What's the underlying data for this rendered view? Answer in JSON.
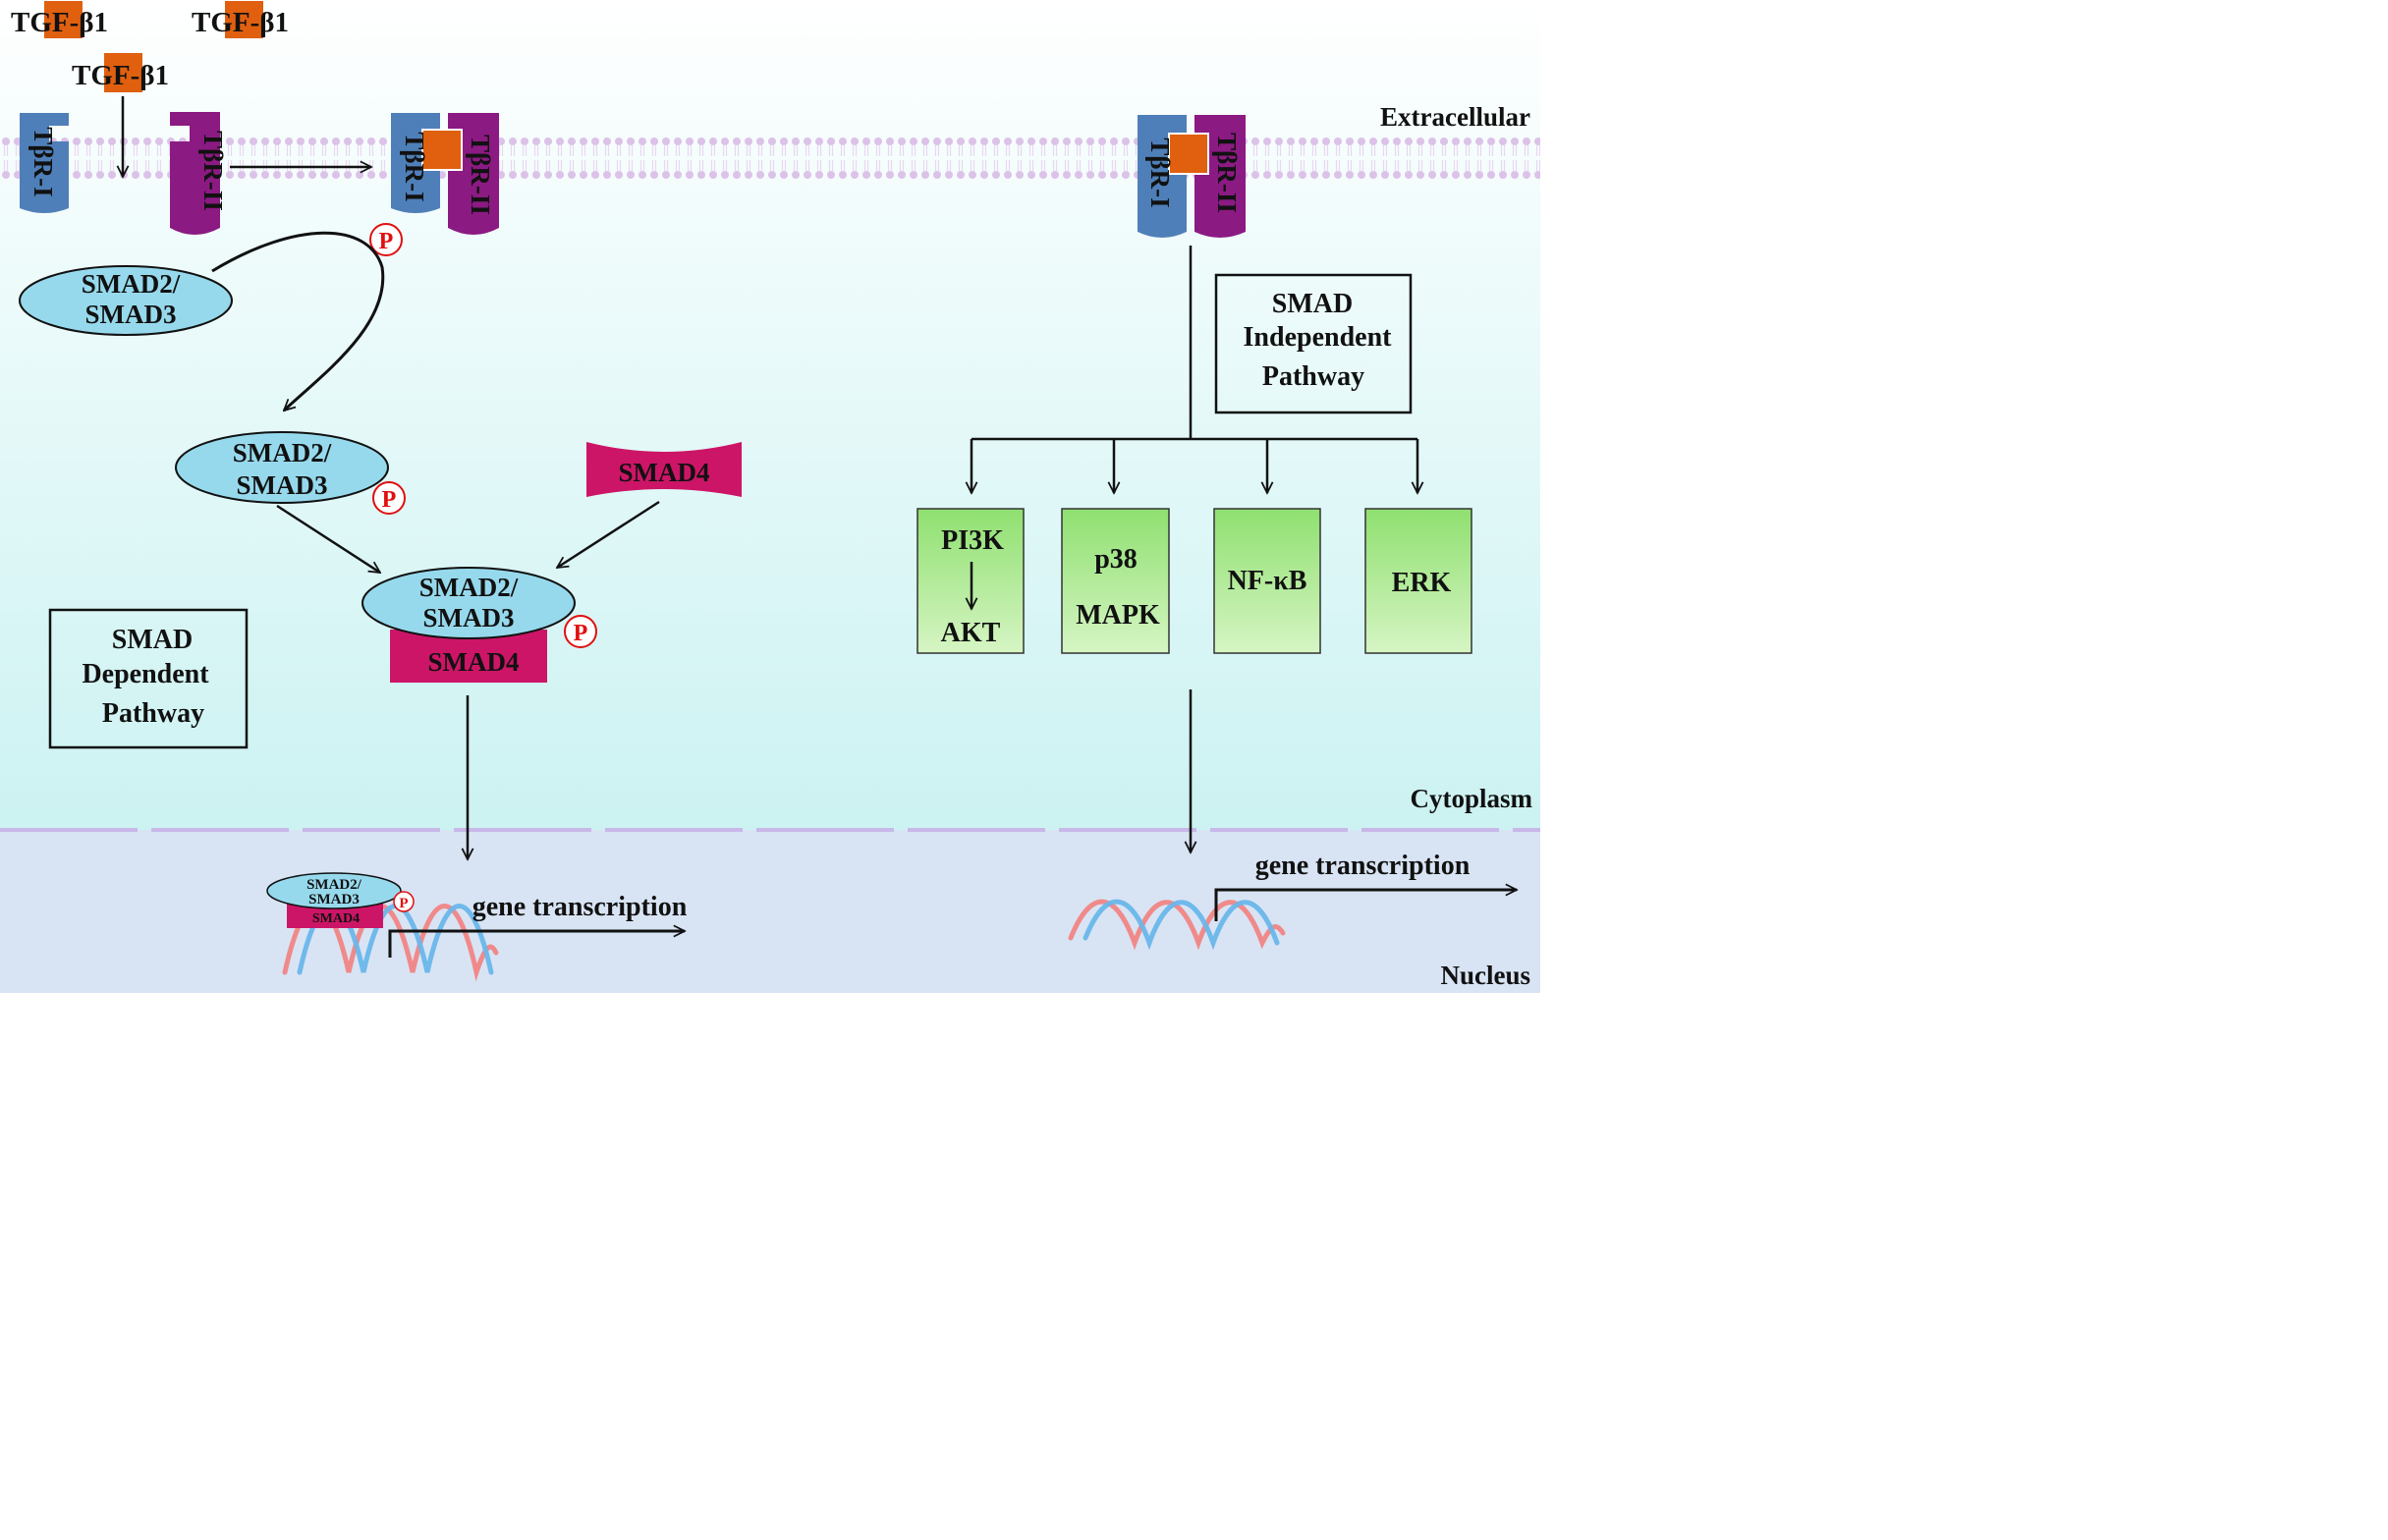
{
  "regions": {
    "extracellular": "Extracellular",
    "cytoplasm": "Cytoplasm",
    "nucleus": "Nucleus"
  },
  "ligand": {
    "prefix": "T",
    "highlighted": "GF-",
    "suffix": "β1"
  },
  "receptors": {
    "type1": "TβR-I",
    "type2": "TβR-II"
  },
  "phospho_label": "P",
  "smad": {
    "smad23_line1": "SMAD2/",
    "smad23_line2": "SMAD3",
    "smad4": "SMAD4"
  },
  "pathways": {
    "dependent": [
      "SMAD",
      "Dependent",
      "Pathway"
    ],
    "independent": [
      "SMAD",
      "Independent",
      "Pathway"
    ]
  },
  "effectors": {
    "pi3k": "PI3K",
    "akt": "AKT",
    "p38": "p38",
    "mapk": "MAPK",
    "nfkb": "NF-κB",
    "erk": "ERK"
  },
  "gene_transcription": "gene transcription",
  "colors": {
    "receptor_type1": "#4f7fb8",
    "receptor_type2": "#8b1a82",
    "ligand": "#e0600f",
    "smad23_fill": "#97d9ec",
    "smad4_fill": "#cc1566",
    "phospho": "#e01010",
    "membrane": "#d9b8e6",
    "nucleus_bg": "#d8e4f4",
    "effector_fill": "#a8e88c",
    "dna_blue": "#6ab6ea",
    "dna_pink": "#f08a8a"
  }
}
